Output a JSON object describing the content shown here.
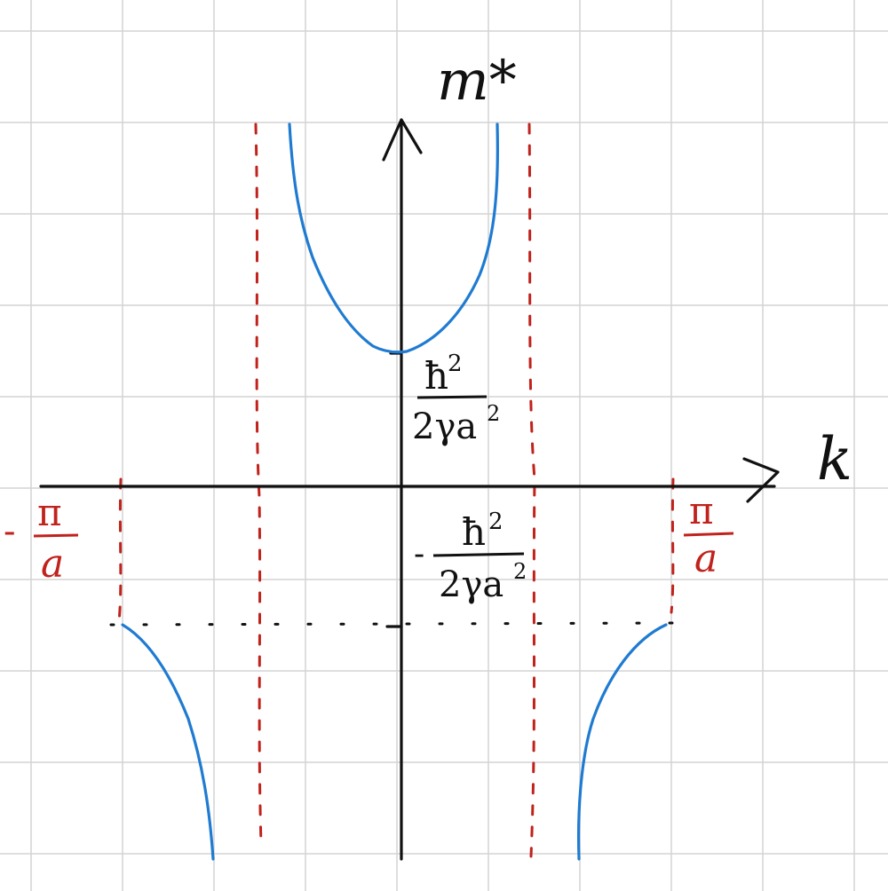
{
  "colors": {
    "background": "#ffffff",
    "grid": "#d3d3d3",
    "axis": "#111111",
    "curve": "#1f7bd1",
    "asymptote": "#c0221c",
    "dotted_level": "#111111"
  },
  "labels": {
    "y_axis": "m*",
    "x_axis": "k",
    "positive_intercept": "ħ²/2γa²",
    "negative_level": "-ħ²/2γa²",
    "left_boundary": "-π/a",
    "right_boundary": "π/a"
  },
  "pieces": {
    "pos_numer": "ħ",
    "pos_numer_exp": "2",
    "pos_denom": "2γa",
    "pos_denom_exp": "2",
    "neg_sign": "-",
    "neg_numer": "ħ",
    "neg_numer_exp": "2",
    "neg_denom": "2γa",
    "neg_denom_exp": "2",
    "left_sign": "-",
    "left_numer": "π",
    "left_denom": "a",
    "right_numer": "π",
    "right_denom": "a"
  }
}
